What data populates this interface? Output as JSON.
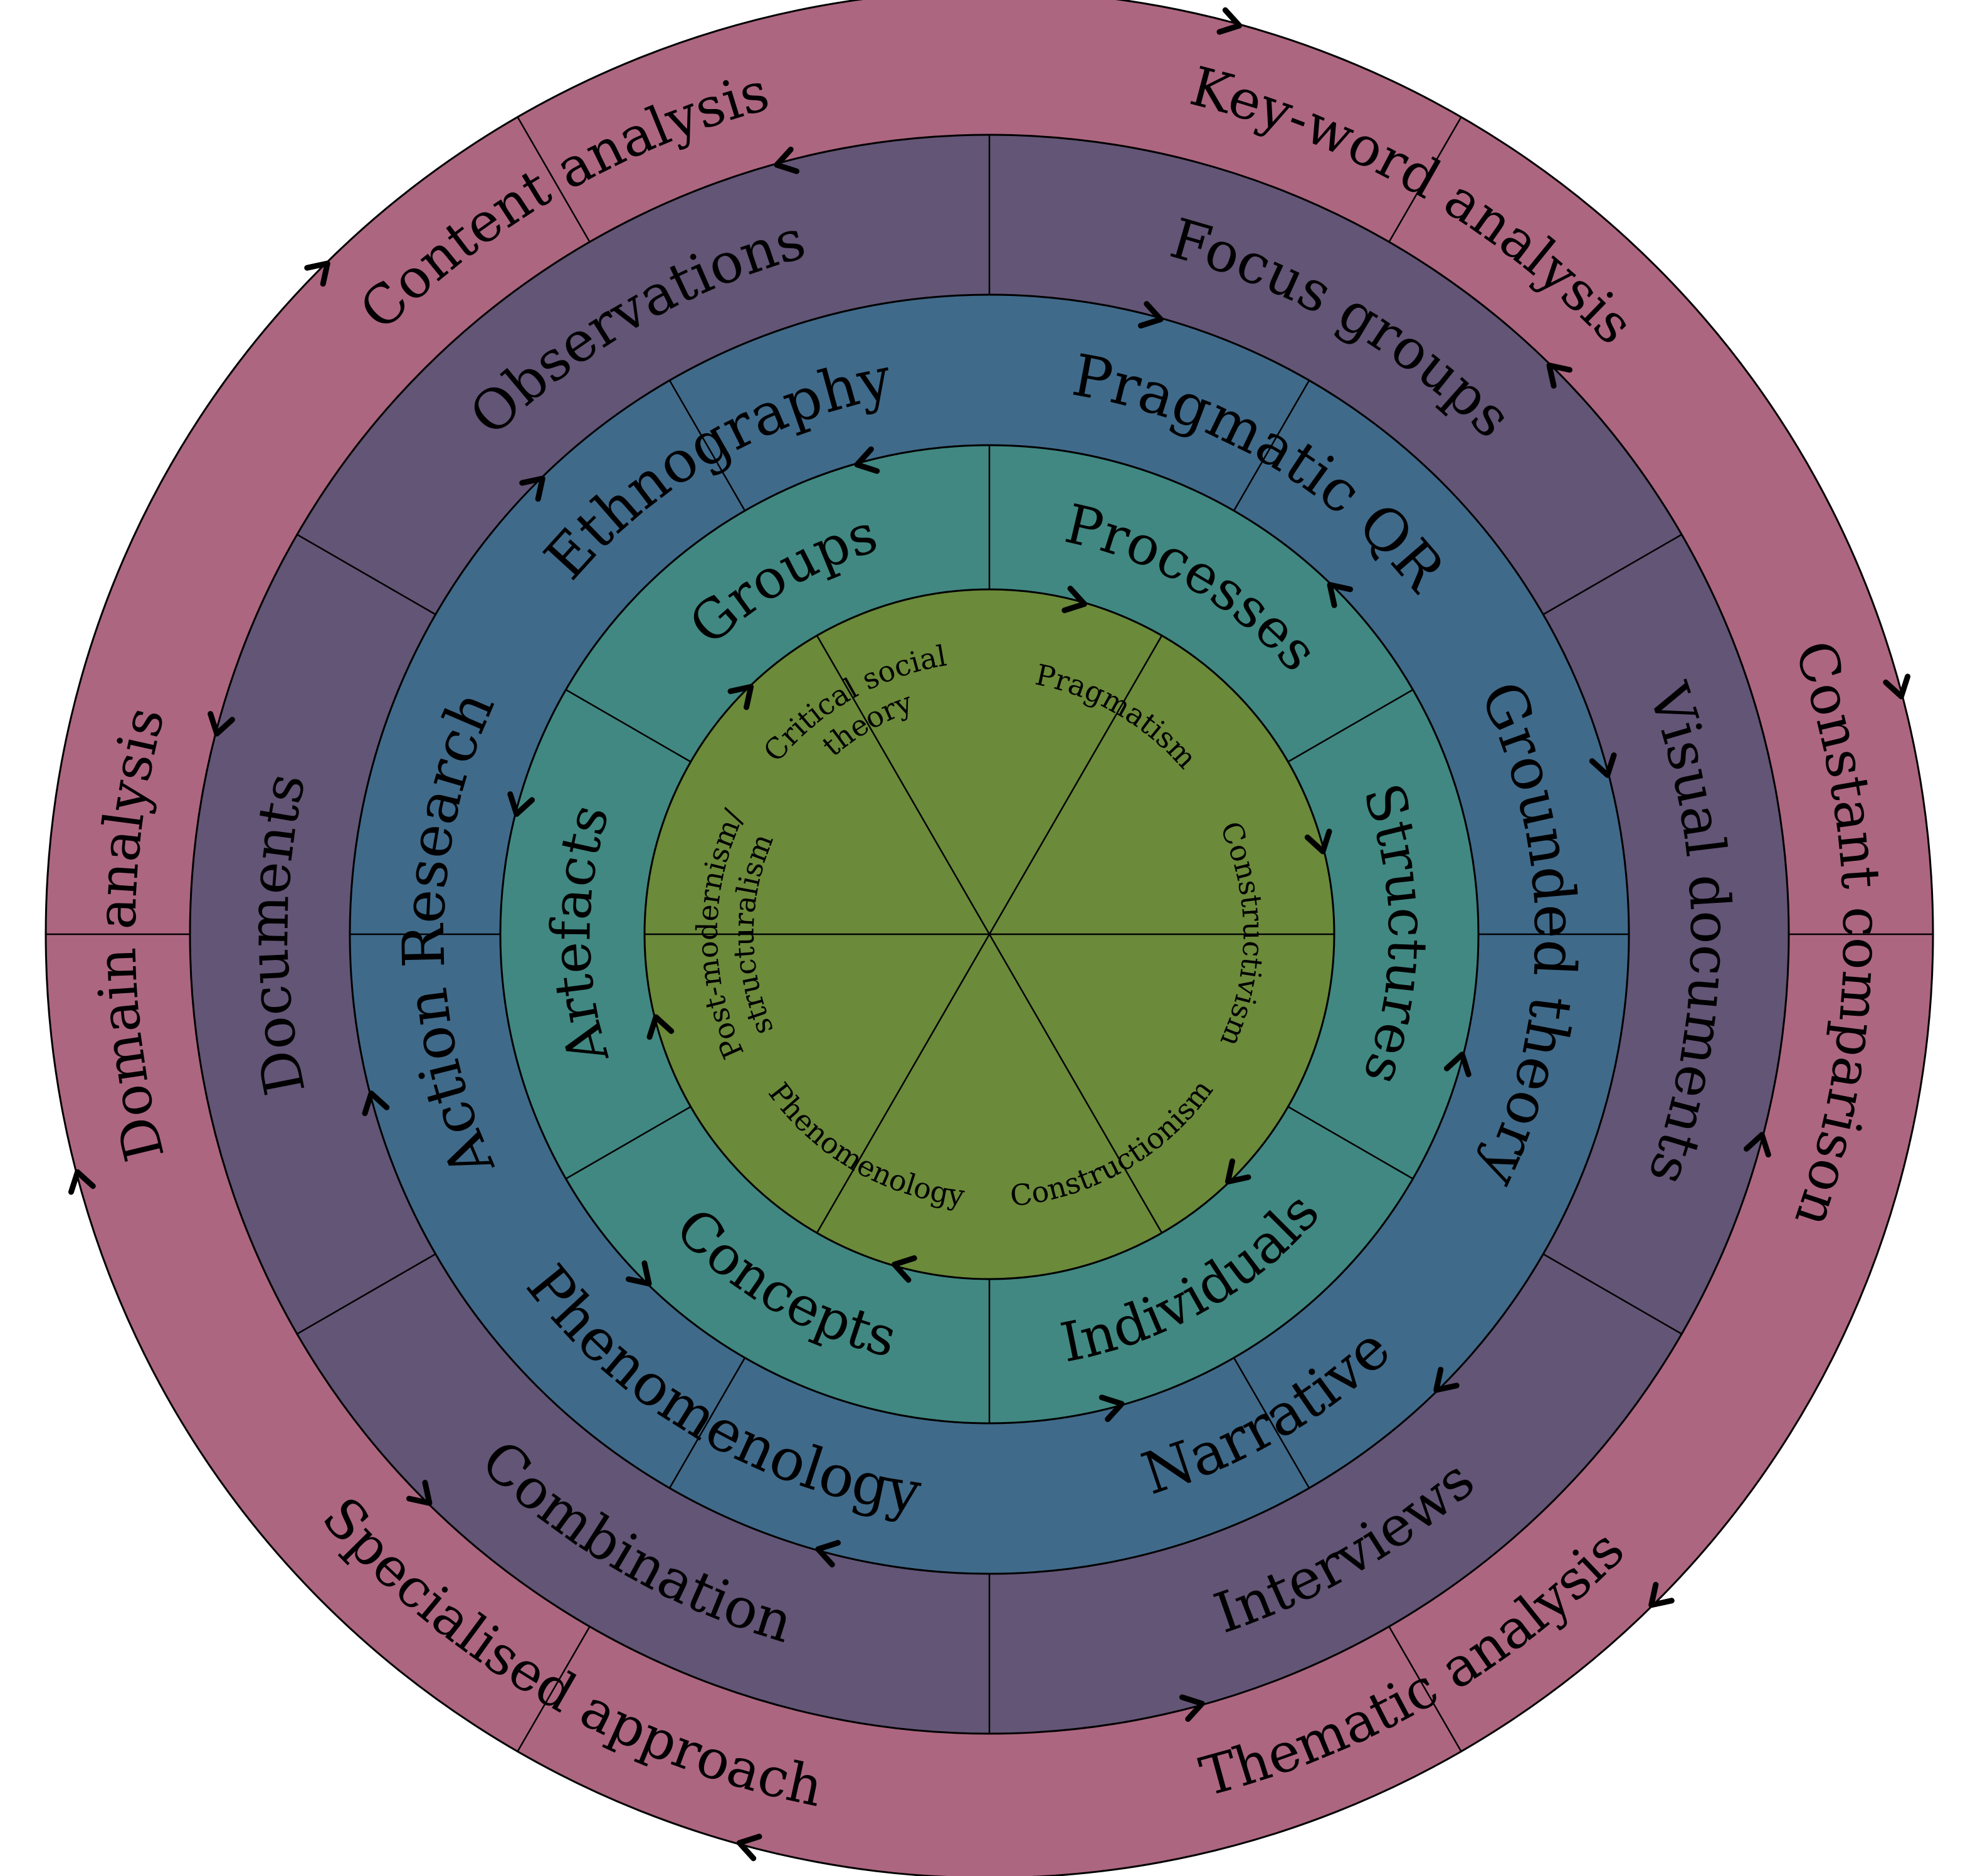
{
  "colors": {
    "outline": "#000000",
    "background": "#ffffff",
    "arrow": "#000000"
  },
  "rings": [
    {
      "name": "paradigms",
      "color": "#6b8a3a",
      "labels": [
        [
          "Pragmatism"
        ],
        [
          "Constructivism"
        ],
        [
          "Constructionism"
        ],
        [
          "Phenomenology"
        ],
        [
          "Post-modernism/",
          "structuralism"
        ],
        [
          "Critical social",
          "theory"
        ]
      ]
    },
    {
      "name": "focus",
      "color": "#418882",
      "labels": [
        [
          "Processes"
        ],
        [
          "Structures"
        ],
        [
          "Individuals"
        ],
        [
          "Concepts"
        ],
        [
          "Artefacts"
        ],
        [
          "Groups"
        ]
      ]
    },
    {
      "name": "methodologies",
      "color": "#406a8a",
      "labels": [
        [
          "Pragmatic QR"
        ],
        [
          "Grounded theory"
        ],
        [
          "Narrative"
        ],
        [
          "Phenomenology"
        ],
        [
          "Action Research"
        ],
        [
          "Ethnography"
        ]
      ]
    },
    {
      "name": "data-collection",
      "color": "#635576",
      "labels": [
        [
          "Focus groups"
        ],
        [
          "Visual documents"
        ],
        [
          "Interviews"
        ],
        [
          "Combination"
        ],
        [
          "Documents"
        ],
        [
          "Observations"
        ]
      ]
    },
    {
      "name": "analysis",
      "color": "#ad6680",
      "labels": [
        [
          "Key-word analysis"
        ],
        [
          "Constant comparison"
        ],
        [
          "Thematic analysis"
        ],
        [
          "Specialised approach"
        ],
        [
          "Domain analysis"
        ],
        [
          "Content analysis"
        ]
      ]
    }
  ]
}
